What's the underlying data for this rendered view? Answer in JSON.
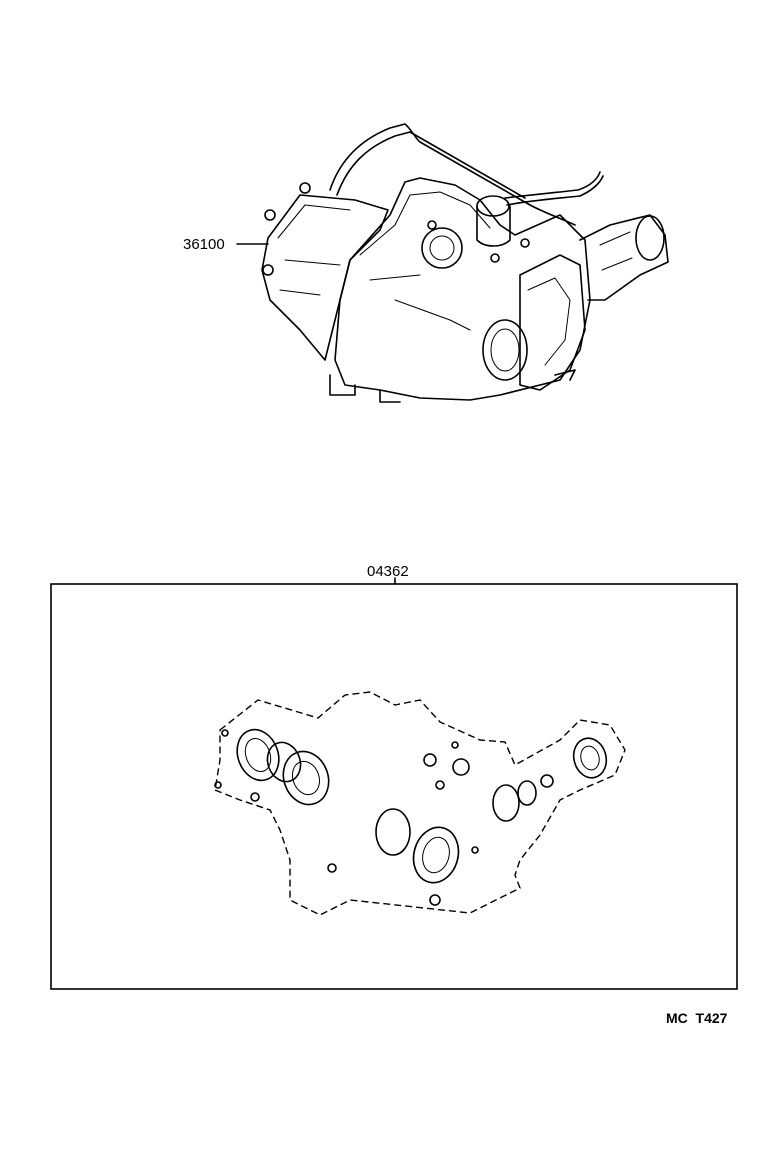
{
  "parts": {
    "transaxle_label": "36100",
    "gasket_kit_label": "04362"
  },
  "footer": {
    "code": "MC  T427"
  }
}
